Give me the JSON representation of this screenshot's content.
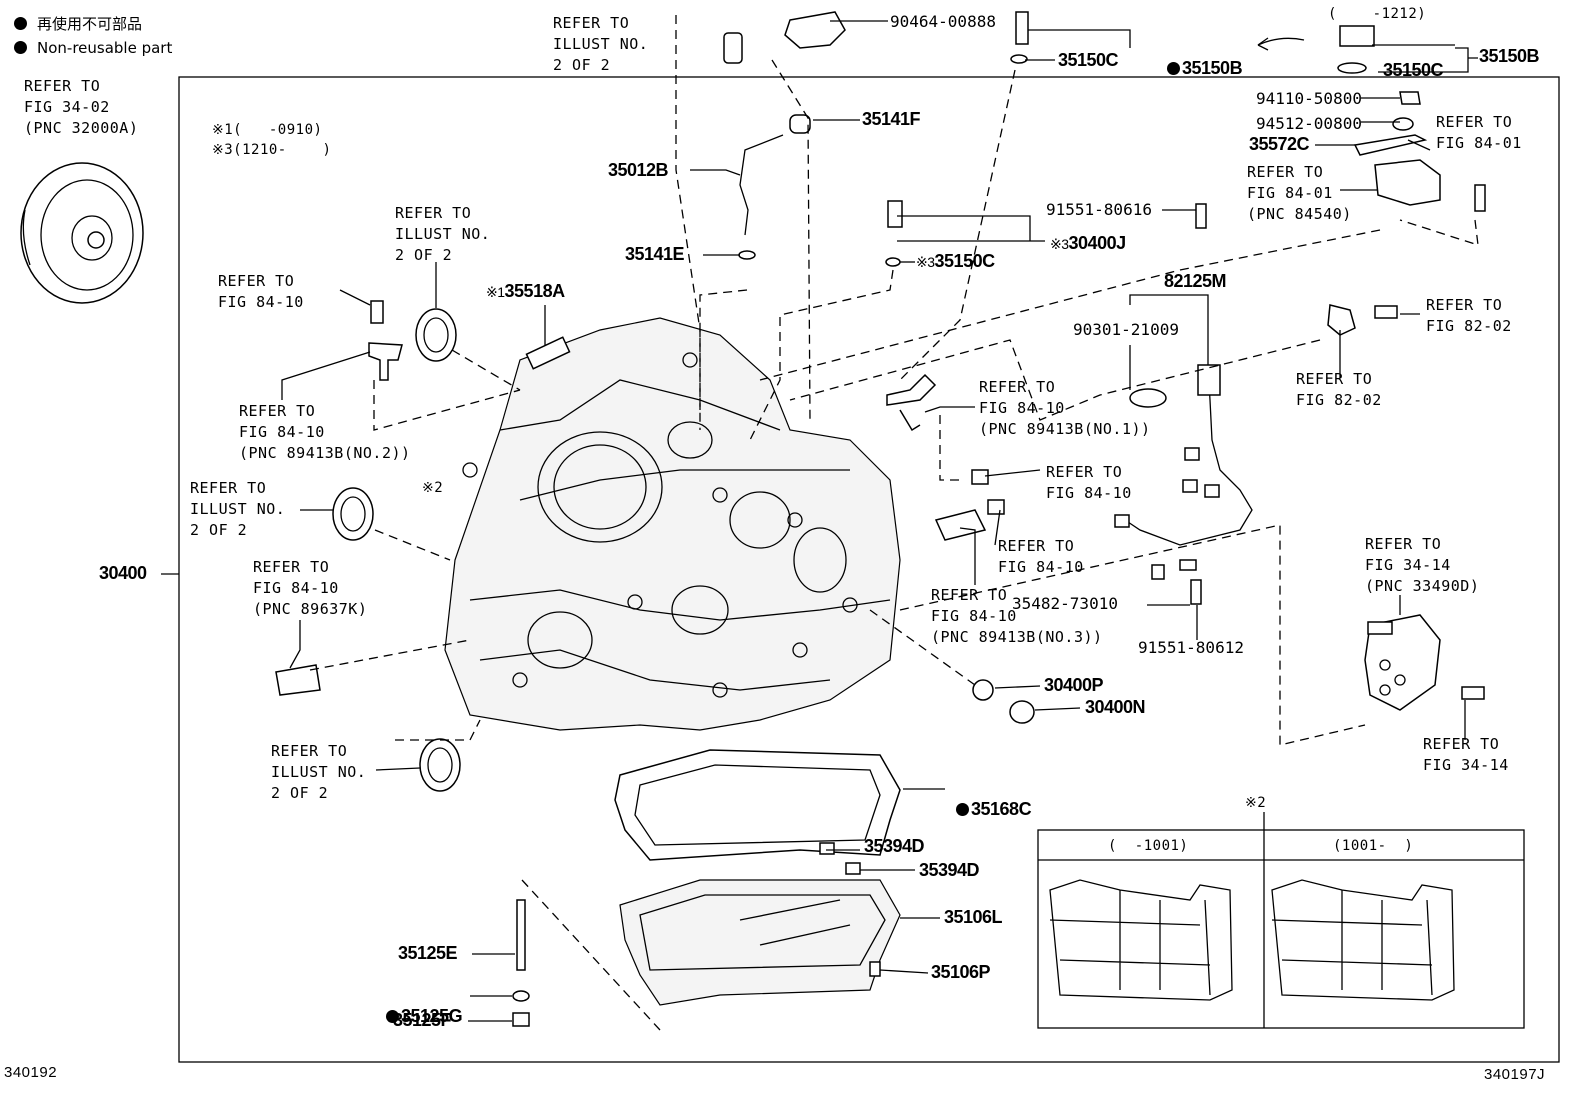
{
  "legend": {
    "item1": "再使用不可部品",
    "item2": "Non-reusable part"
  },
  "footer": {
    "left_code": "340192",
    "right_code": "340197J"
  },
  "notes": {
    "note1": "※1(   -0910)",
    "note3": "※3(1210-    )",
    "mark2": "※2"
  },
  "inset": {
    "mark": "※2",
    "left_range": "(  -1001)",
    "right_range": "(1001-  )"
  },
  "top_right_range": "(    -1212)",
  "refs": {
    "r_fig3402": "REFER TO\nFIG 34-02\n(PNC 32000A)",
    "r_illust_top": "REFER TO\nILLUST NO.\n2 OF 2",
    "r_illust_mid": "REFER TO\nILLUST NO.\n2 OF 2",
    "r_illust_left": "REFER TO\nILLUST NO.\n2 OF 2",
    "r_illust_bot": "REFER TO\nILLUST NO.\n2 OF 2",
    "r_fig8410_a": "REFER TO\nFIG 84-10",
    "r_fig8410_b": "REFER TO\nFIG 84-10\n(PNC 89413B(NO.2))",
    "r_fig8410_c": "REFER TO\nFIG 84-10\n(PNC 89637K)",
    "r_fig8410_d": "REFER TO\nFIG 84-10\n(PNC 89413B(NO.1))",
    "r_fig8410_e": "REFER TO\nFIG 84-10",
    "r_fig8410_f": "REFER TO\nFIG 84-10",
    "r_fig8410_g": "REFER TO\nFIG 84-10\n(PNC 89413B(NO.3))",
    "r_fig8401_a": "REFER TO\nFIG 84-01",
    "r_fig8401_b": "REFER TO\nFIG 84-01\n(PNC 84540)",
    "r_fig8202_a": "REFER TO\nFIG 82-02",
    "r_fig8202_b": "REFER TO\nFIG 82-02",
    "r_fig3414_a": "REFER TO\nFIG 34-14\n(PNC 33490D)",
    "r_fig3414_b": "REFER TO\nFIG 34-14"
  },
  "parts": {
    "p90464": "90464-00888",
    "p35150B_a": "35150B",
    "p35150C_a": "35150C",
    "p35150B_b": "35150B",
    "p35150C_b": "35150C",
    "p35141F": "35141F",
    "p35012B": "35012B",
    "p35141E": "35141E",
    "p94110": "94110-50800",
    "p94512": "94512-00800",
    "p35572C": "35572C",
    "p91551_616": "91551-80616",
    "p30400J": "30400J",
    "p30400J_mark": "※3",
    "p35150C_c": "35150C",
    "p35150C_c_mark": "※3",
    "p35518A": "35518A",
    "p35518A_mark": "※1",
    "p82125M": "82125M",
    "p90301": "90301-21009",
    "p30400": "30400",
    "p35482": "35482-73010",
    "p91551_612": "91551-80612",
    "p30400P": "30400P",
    "p30400N": "30400N",
    "p35168C": "35168C",
    "p35394D_a": "35394D",
    "p35394D_b": "35394D",
    "p35106L": "35106L",
    "p35106P": "35106P",
    "p35125E": "35125E",
    "p35125G": "35125G",
    "p35125F": "35125F"
  }
}
